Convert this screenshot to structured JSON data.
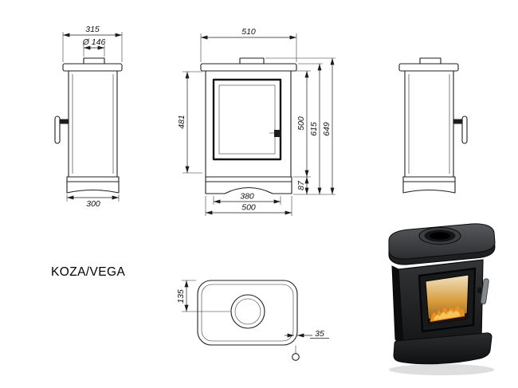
{
  "title": "KOZA/VEGA",
  "views": {
    "side_left": {
      "top_width": "315",
      "flue_diameter": "Ø 146",
      "depth": "300"
    },
    "front": {
      "top_width": "510",
      "door_height": "481",
      "body_height": "500",
      "height_to_plate": "615",
      "total_height": "649",
      "base_height": "87",
      "door_width": "380",
      "width": "500"
    },
    "top": {
      "flue_offset": "135",
      "knob_offset": "35"
    }
  },
  "colors": {
    "line": "#1c1c1c",
    "flame": "#e8921f",
    "flame_inner": "#f8c964",
    "glass_glow": "#d79a3a"
  }
}
